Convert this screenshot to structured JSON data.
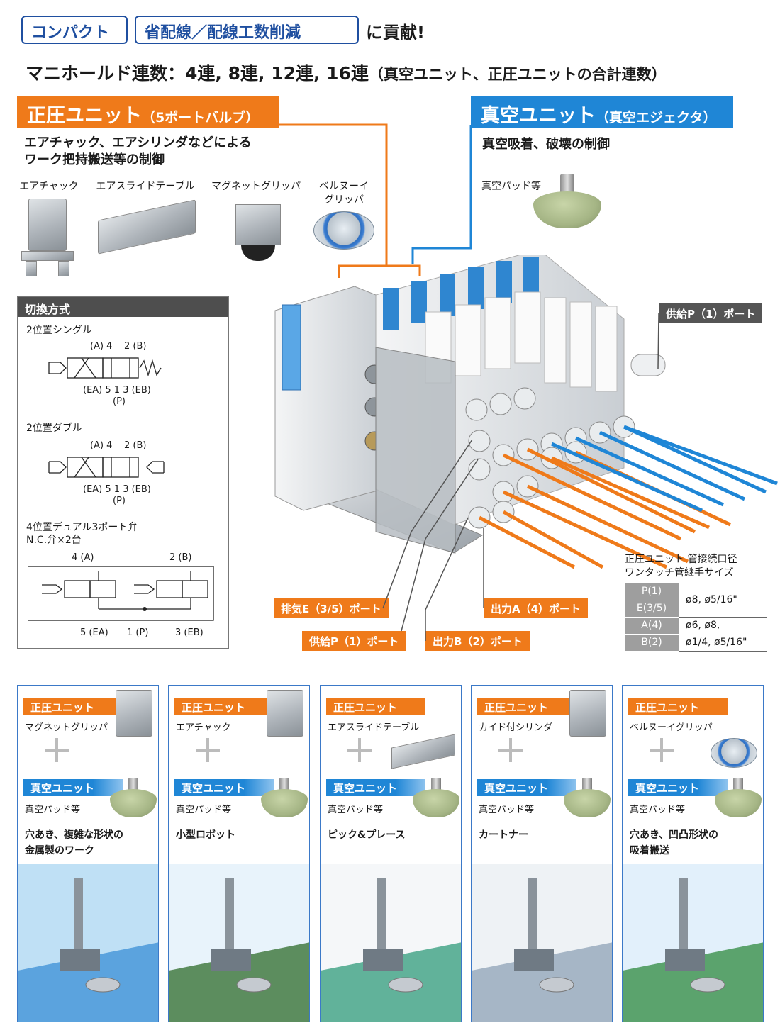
{
  "header": {
    "tag1": "コンパクト",
    "tag2": "省配線／配線工数削減",
    "tail": "に貢献!",
    "subtitle": "マニホールド連数：4連, 8連, 12連, 16連",
    "subtitle_note": "（真空ユニット、正圧ユニットの合計連数）"
  },
  "positive_unit": {
    "title": "正圧ユニット",
    "title_note": "（5ポートバルブ）",
    "desc_line1": "エアチャック、エアシリンダなどによる",
    "desc_line2": "ワーク把持搬送等の制御",
    "items": [
      "エアチャック",
      "エアスライドテーブル",
      "マグネットグリッパ",
      "ベルヌーイ",
      "グリッパ"
    ]
  },
  "vacuum_unit": {
    "title": "真空ユニット",
    "title_note": "（真空エジェクタ）",
    "desc": "真空吸着、破壊の制御",
    "item": "真空パッド等"
  },
  "switching": {
    "title": "切換方式",
    "single": {
      "name": "2位置シングル",
      "top_left": "(A) 4",
      "top_right": "2 (B)",
      "bottom": "(EA) 5 1 3 (EB)",
      "bottom_p": "(P)"
    },
    "double": {
      "name": "2位置ダブル",
      "top_left": "(A) 4",
      "top_right": "2 (B)",
      "bottom": "(EA) 5 1 3 (EB)",
      "bottom_p": "(P)"
    },
    "dual": {
      "name": "4位置デュアル3ポート弁",
      "name2": "N.C.弁×2台",
      "top_left": "4 (A)",
      "top_right": "2 (B)",
      "b1": "5 (EA)",
      "b2": "1 (P)",
      "b3": "3 (EB)"
    }
  },
  "callouts": {
    "supply_p_right": "供給P（1）ポート",
    "exhaust": "排気E（3/5）ポート",
    "supply_p": "供給P（1）ポート",
    "out_a": "出力A（4）ポート",
    "out_b": "出力B（2）ポート"
  },
  "size_table": {
    "title1": "正圧ユニット 管接続口径",
    "title2": "ワンタッチ管継手サイズ",
    "rows": [
      {
        "h1": "P(1)",
        "h2": "E(3/5)",
        "v": "ø8, ø5/16\""
      },
      {
        "h1": "A(4)",
        "h2": "B(2)",
        "v1": "ø6, ø8,",
        "v2": "ø1/4, ø5/16\""
      }
    ]
  },
  "cards": [
    {
      "pos": "正圧ユニット",
      "pos_item": "マグネットグリッパ",
      "vac": "真空ユニット",
      "vac_item": "真空パッド等",
      "app1": "穴あき、複雑な形状の",
      "app2": "金属製のワーク"
    },
    {
      "pos": "正圧ユニット",
      "pos_item": "エアチャック",
      "vac": "真空ユニット",
      "vac_item": "真空パッド等",
      "app1": "小型ロボット",
      "app2": ""
    },
    {
      "pos": "正圧ユニット",
      "pos_item": "エアスライドテーブル",
      "vac": "真空ユニット",
      "vac_item": "真空パッド等",
      "app1": "ピック&プレース",
      "app2": ""
    },
    {
      "pos": "正圧ユニット",
      "pos_item": "カイド付シリンダ",
      "vac": "真空ユニット",
      "vac_item": "真空パッド等",
      "app1": "カートナー",
      "app2": ""
    },
    {
      "pos": "正圧ユニット",
      "pos_item": "ベルヌーイグリッパ",
      "vac": "真空ユニット",
      "vac_item": "真空パッド等",
      "app1": "穴あき、凹凸形状の",
      "app2": "吸着搬送"
    }
  ],
  "colors": {
    "orange": "#ef7a1a",
    "blue": "#1f86d6",
    "navy": "#1f4fa0"
  }
}
